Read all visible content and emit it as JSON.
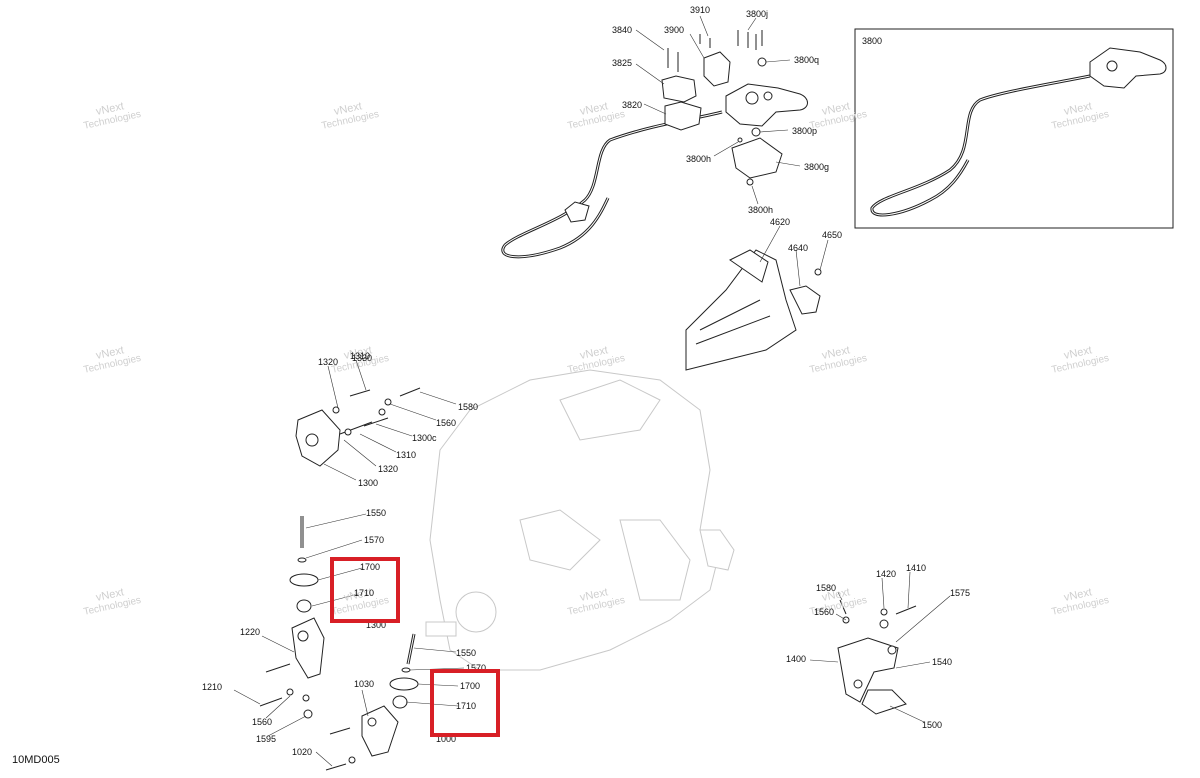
{
  "diagram_code": "10MD005",
  "inset_label": "3800",
  "watermark": {
    "line1": "vNext",
    "line2": "Technologies"
  },
  "part_numbers": [
    "3840",
    "3910",
    "3800j",
    "3900",
    "3825",
    "3800q",
    "3820",
    "3800p",
    "3800h",
    "3800g",
    "3800h",
    "4620",
    "4650",
    "4640",
    "1320",
    "1310",
    "1330",
    "1580",
    "1560",
    "1300c",
    "1310",
    "1320",
    "1300",
    "1550",
    "1570",
    "1700",
    "1710",
    "1300",
    "1220",
    "1550",
    "1570",
    "1700",
    "1710",
    "1030",
    "1210",
    "1560",
    "1595",
    "1020",
    "1000",
    "1580",
    "1420",
    "1410",
    "1575",
    "1560",
    "1400",
    "1540",
    "1500"
  ],
  "highlight_color": "#d81f26"
}
